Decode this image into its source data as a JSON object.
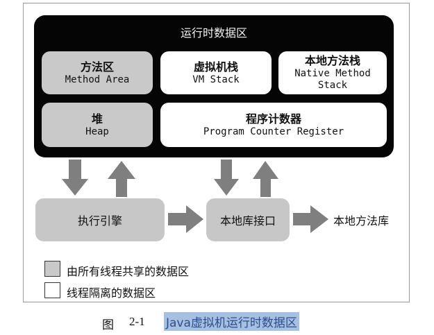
{
  "runtime_area": {
    "title": "运行时数据区",
    "method_area": {
      "zh": "方法区",
      "en": "Method Area"
    },
    "vm_stack": {
      "zh": "虚拟机栈",
      "en": "VM Stack"
    },
    "native_method_stack": {
      "zh": "本地方法栈",
      "en": "Native Method\nStack"
    },
    "heap": {
      "zh": "堆",
      "en": "Heap"
    },
    "program_counter": {
      "zh": "程序计数器",
      "en": "Program Counter Register"
    }
  },
  "flow": {
    "execution_engine": "执行引擎",
    "native_interface": "本地库接口",
    "native_library": "本地方法库"
  },
  "legend": {
    "shared": "由所有线程共享的数据区",
    "isolated": "线程隔离的数据区"
  },
  "caption": {
    "figure": "图",
    "number": "2-1",
    "title": "Java虚拟机运行时数据区"
  },
  "colors": {
    "runtime_bg": "#050505",
    "shared_fill": "#c9c9c9",
    "private_fill": "#ffffff",
    "arrow_fill": "#7f7f7f",
    "caption_highlight": "#a7bfe0"
  }
}
